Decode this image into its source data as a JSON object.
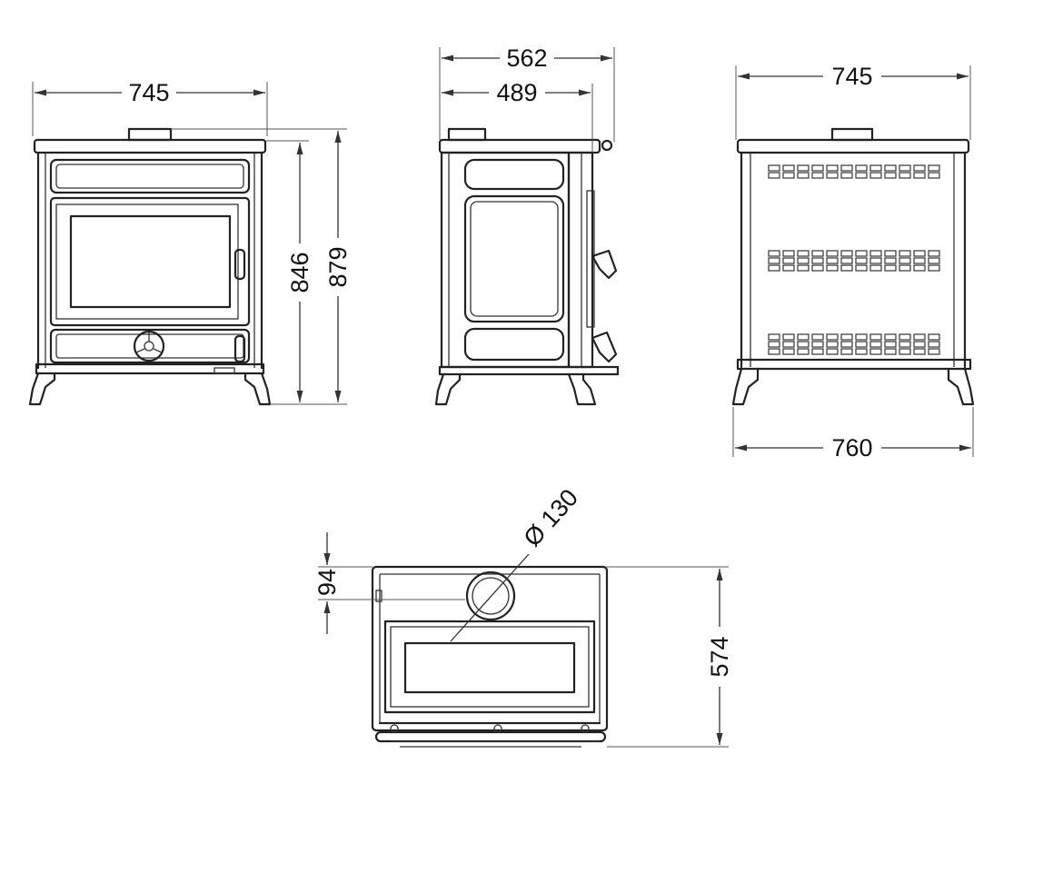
{
  "views": {
    "front": {
      "width": "745",
      "height_body": "846",
      "height_total": "879"
    },
    "side": {
      "depth_total": "562",
      "depth_body": "489"
    },
    "back": {
      "width_top": "745",
      "width_feet": "760"
    },
    "top": {
      "flue_diameter": "Ø 130",
      "flue_offset": "94",
      "depth": "574"
    }
  }
}
